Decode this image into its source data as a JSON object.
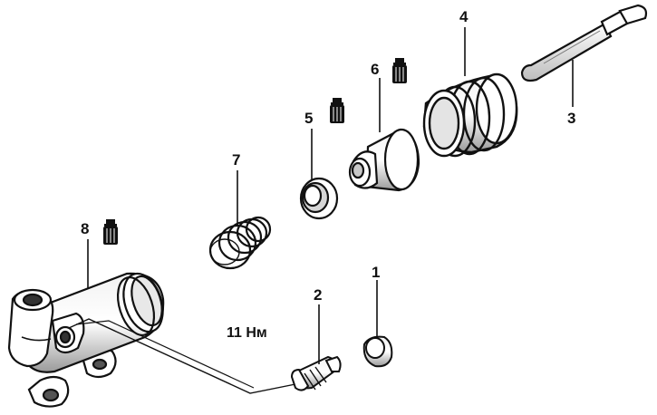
{
  "labels": {
    "p1": "1",
    "p2": "2",
    "p3": "3",
    "p4": "4",
    "p5": "5",
    "p6": "6",
    "p7": "7",
    "p8": "8",
    "torque": "11 Нм"
  },
  "icons": {
    "lubricant": "lubricant-tube-icon"
  },
  "colors": {
    "ink": "#111111",
    "paper": "#ffffff",
    "shade": "#9a9a9a"
  }
}
